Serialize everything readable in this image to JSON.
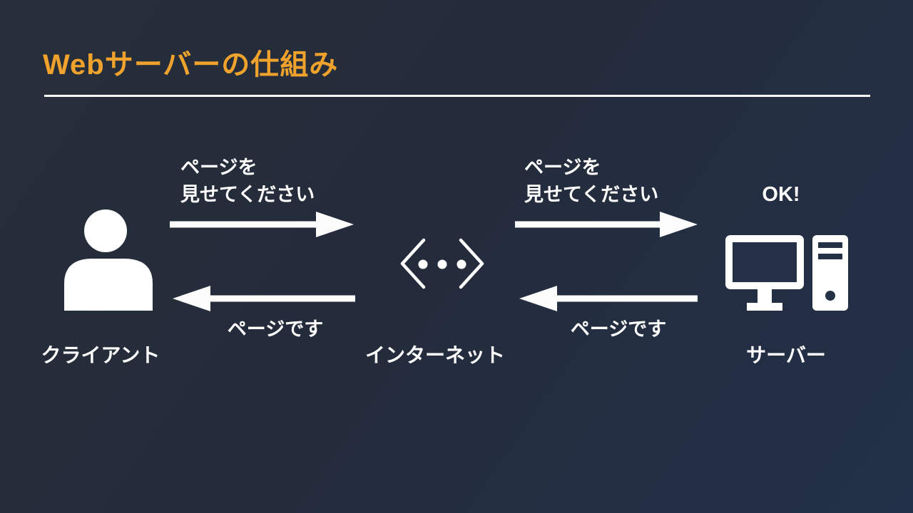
{
  "slide": {
    "title": "Webサーバーの仕組み",
    "colors": {
      "background_top_left": "#272e3a",
      "background_bottom_right": "#223049",
      "title_accent": "#f0a32c",
      "foreground": "#ffffff"
    }
  },
  "diagram": {
    "nodes": [
      {
        "id": "client",
        "icon": "person-icon",
        "label": "クライアント"
      },
      {
        "id": "internet",
        "icon": "code-brackets-icon",
        "label": "インターネット"
      },
      {
        "id": "server",
        "icon": "desktop-computer-icon",
        "label": "サーバー",
        "status": "OK!"
      }
    ],
    "messages": {
      "request_left": {
        "line1": "ページを",
        "line2": "見せてください"
      },
      "request_right": {
        "line1": "ページを",
        "line2": "見せてください"
      },
      "response_left": "ページです",
      "response_right": "ページです"
    }
  }
}
